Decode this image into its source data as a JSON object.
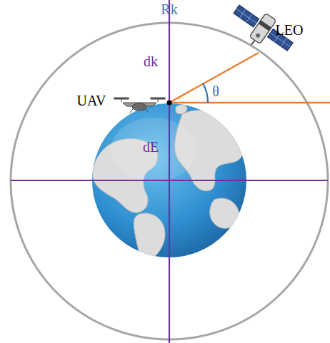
{
  "diagram": {
    "labels": [
      "Rk",
      "LEO",
      "dk",
      "UAV",
      "θ",
      "dE"
    ]
  }
}
